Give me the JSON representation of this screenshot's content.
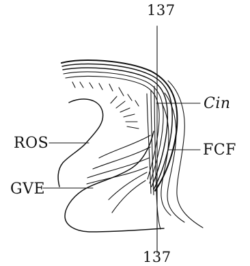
{
  "labels": {
    "top_marker": "137",
    "bottom_marker": "137",
    "cin": "Cin",
    "fcf": "FCF",
    "ros": "ROS",
    "gve": "GVE"
  }
}
